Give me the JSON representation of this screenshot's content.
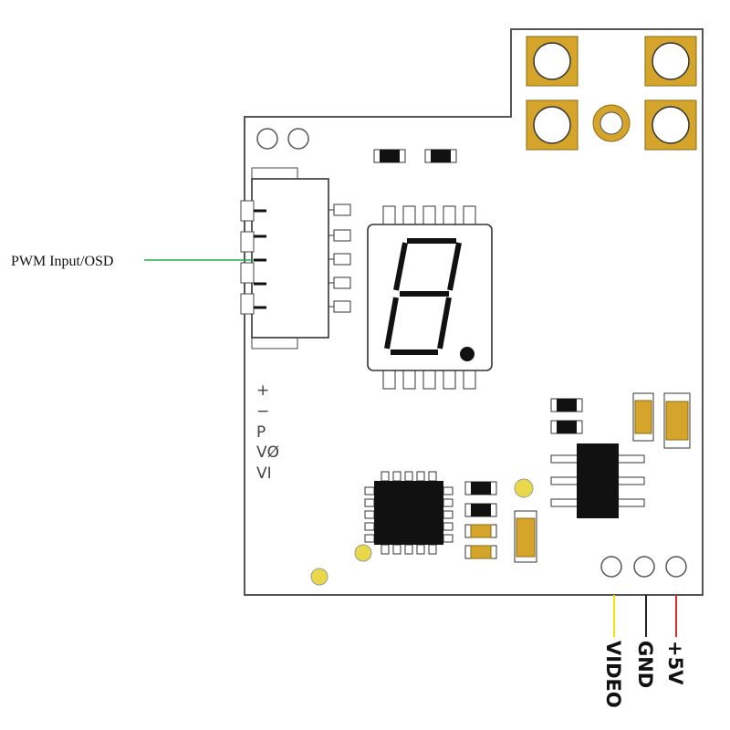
{
  "callout": {
    "label": "PWM Input/OSD",
    "line_color": "#2aa84a"
  },
  "silkscreen": [
    "+",
    "−",
    "P",
    "VØ",
    "VI"
  ],
  "seven_segment": {
    "digit": "8",
    "decimal_point": true
  },
  "wires": [
    {
      "label": "VIDEO",
      "color": "#f2e600"
    },
    {
      "label": "GND",
      "color": "#222222"
    },
    {
      "label": "+5V",
      "color": "#d93030"
    }
  ],
  "colors": {
    "board_outline": "#555555",
    "pad_gold": "#d4a52a",
    "component_black": "#111111"
  }
}
